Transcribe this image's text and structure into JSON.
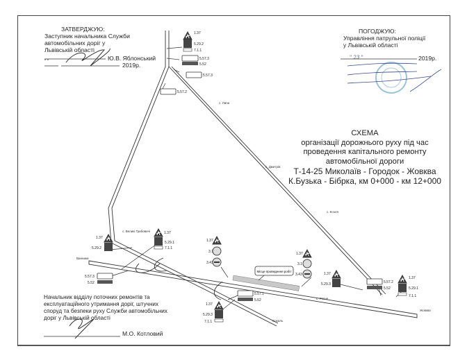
{
  "approval_left": {
    "heading": "ЗАТВЕРДЖУЮ:",
    "lines": [
      "Заступник начальника Служби",
      "автомобільних доріг у",
      "Львівській області"
    ],
    "name": "Ю.В. Яблонський",
    "date_quotes": "\"      \"",
    "year": "2019р."
  },
  "approval_right": {
    "heading": "ПОГОДЖУЮ:",
    "lines": [
      "Управління патрульної поліції",
      "у Львівській області"
    ],
    "date_day": "\" 23 \"",
    "year": "2019р."
  },
  "title": {
    "lines": [
      "СХЕМА",
      "організації дорожнього руху під час",
      "проведення  капітального ремонту",
      "автомобільної дороги",
      "Т-14-25 Миколаїв - Городок - Жовква",
      "К.Бузька - Бібрка, км 0+000 - км 12+000"
    ]
  },
  "bottom_signoff": {
    "lines": [
      "Начальник відділу поточних ремонтів та",
      "експлуатаційного утримання доріг, штучних",
      "споруд та безпеки руху Служби автомобільних",
      "доріг у Львівській області"
    ],
    "name": "М.О. Котловий"
  },
  "work_zone_label": "Місце проведення робіт",
  "places": {
    "north": "с. Липи",
    "northeast": "с. Дмитрів",
    "east_mid": "с. Козля",
    "east_road": "с. Рясне",
    "west_village": "с. Великі Грибовичі",
    "west": "Винники",
    "east": "Жовква",
    "south": "Сокаль"
  },
  "signs": {
    "s137": "1.37",
    "s5292": "5.29.2",
    "s5291": "5.29.1",
    "s5293": "5.29.3",
    "s711": "7.1.1",
    "s5573": "5.57.3",
    "s5572": "5.57.2",
    "s5571": "5.57.1",
    "s552": "5.52",
    "s31": "3.1",
    "s343": "3.43"
  }
}
